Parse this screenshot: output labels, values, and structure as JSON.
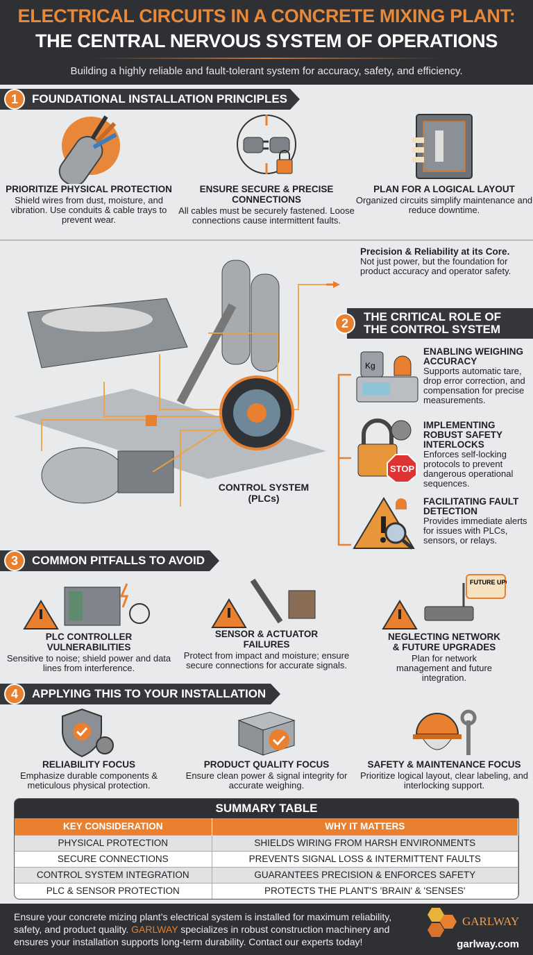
{
  "header": {
    "title_line1": "ELECTRICAL CIRCUITS IN A CONCRETE MIXING PLANT:",
    "title_line2": "THE CENTRAL NERVOUS SYSTEM OF OPERATIONS",
    "subtitle": "Building a highly reliable and fault-tolerant system for accuracy, safety, and efficiency."
  },
  "section1": {
    "number": "1",
    "title": "FOUNDATIONAL INSTALLATION PRINCIPLES",
    "items": [
      {
        "title": "PRIORITIZE PHYSICAL PROTECTION",
        "desc": "Shield wires from dust, moisture, and vibration. Use conduits & cable trays to prevent wear.",
        "icon": "armored-cable-icon"
      },
      {
        "title": "ENSURE SECURE & PRECISE CONNECTIONS",
        "desc": "All cables must be securely fastened. Loose connections cause intermittent faults.",
        "icon": "plug-lock-icon"
      },
      {
        "title": "PLAN FOR A LOGICAL LAYOUT",
        "desc": "Organized circuits simplify maintenance and reduce downtime.",
        "icon": "control-panel-icon"
      }
    ]
  },
  "hero": {
    "callout_title": "Precision & Reliability at its Core.",
    "callout_text": "Not just power, but the foundation for product accuracy and operator safety.",
    "center_label_1": "CONTROL SYSTEM",
    "center_label_2": "(PLCs)"
  },
  "section2": {
    "number": "2",
    "title_line1": "THE CRITICAL ROLE OF",
    "title_line2": "THE CONTROL SYSTEM",
    "items": [
      {
        "title": "ENABLING WEIGHING ACCURACY",
        "desc": "Supports automatic tare, drop error correction, and compensation for precise measurements.",
        "icon": "scale-icon",
        "icon_text": "Kg"
      },
      {
        "title": "IMPLEMENTING ROBUST SAFETY INTERLOCKS",
        "desc": "Enforces self-locking protocols to prevent dangerous operational sequences.",
        "icon": "padlock-stop-icon",
        "icon_text": "STOP"
      },
      {
        "title": "FACILITATING FAULT DETECTION",
        "desc": "Provides immediate alerts for issues with PLCs, sensors, or relays.",
        "icon": "warning-magnifier-icon"
      }
    ]
  },
  "section3": {
    "number": "3",
    "title": "COMMON PITFALLS TO AVOID",
    "items": [
      {
        "title": "PLC CONTROLLER VULNERABILITIES",
        "desc": "Sensitive to noise; shield power and data lines from interference.",
        "icon": "plc-warning-icon"
      },
      {
        "title": "SENSOR & ACTUATOR FAILURES",
        "desc": "Protect from impact and moisture; ensure secure connections for accurate signals.",
        "icon": "sensor-warning-icon"
      },
      {
        "title": "NEGLECTING NETWORK & FUTURE UPGRADES",
        "desc": "Plan for network management and future integration.",
        "icon": "router-warning-icon",
        "icon_text": "FUTURE UPGRADE"
      }
    ]
  },
  "section4": {
    "number": "4",
    "title": "APPLYING THIS TO YOUR INSTALLATION",
    "items": [
      {
        "title": "RELIABILITY FOCUS",
        "desc": "Emphasize durable components & meticulous physical protection.",
        "icon": "shield-gear-icon"
      },
      {
        "title": "PRODUCT QUALITY FOCUS",
        "desc": "Ensure clean power & signal integrity for accurate weighing.",
        "icon": "concrete-block-check-icon"
      },
      {
        "title": "SAFETY & MAINTENANCE FOCUS",
        "desc": "Prioritize logical layout, clear labeling, and interlocking support.",
        "icon": "hardhat-wrench-icon"
      }
    ]
  },
  "summary": {
    "title": "SUMMARY TABLE",
    "headers": [
      "KEY CONSIDERATION",
      "WHY IT MATTERS"
    ],
    "rows": [
      [
        "PHYSICAL PROTECTION",
        "SHIELDS WIRING FROM HARSH ENVIRONMENTS"
      ],
      [
        "SECURE CONNECTIONS",
        "PREVENTS SIGNAL LOSS & INTERMITTENT FAULTS"
      ],
      [
        "CONTROL SYSTEM INTEGRATION",
        "GUARANTEES PRECISION & ENFORCES SAFETY"
      ],
      [
        "PLC & SENSOR PROTECTION",
        "PROTECTS THE PLANT'S 'BRAIN' & 'SENSES'"
      ]
    ]
  },
  "footer": {
    "text_1": "Ensure your concrete mizing plant’s electrical system is installed for maximum reliability, safety, and product quality. ",
    "brand": "GARLWAY",
    "text_2": " specializes in robust construction machinery and ensures your installation supports long-term durability. Contact our experts today!",
    "logo_text": "GARLWAY",
    "url": "garlway.com"
  },
  "colors": {
    "accent": "#e8802f",
    "dark": "#2e3034",
    "background": "#e9eaec"
  }
}
